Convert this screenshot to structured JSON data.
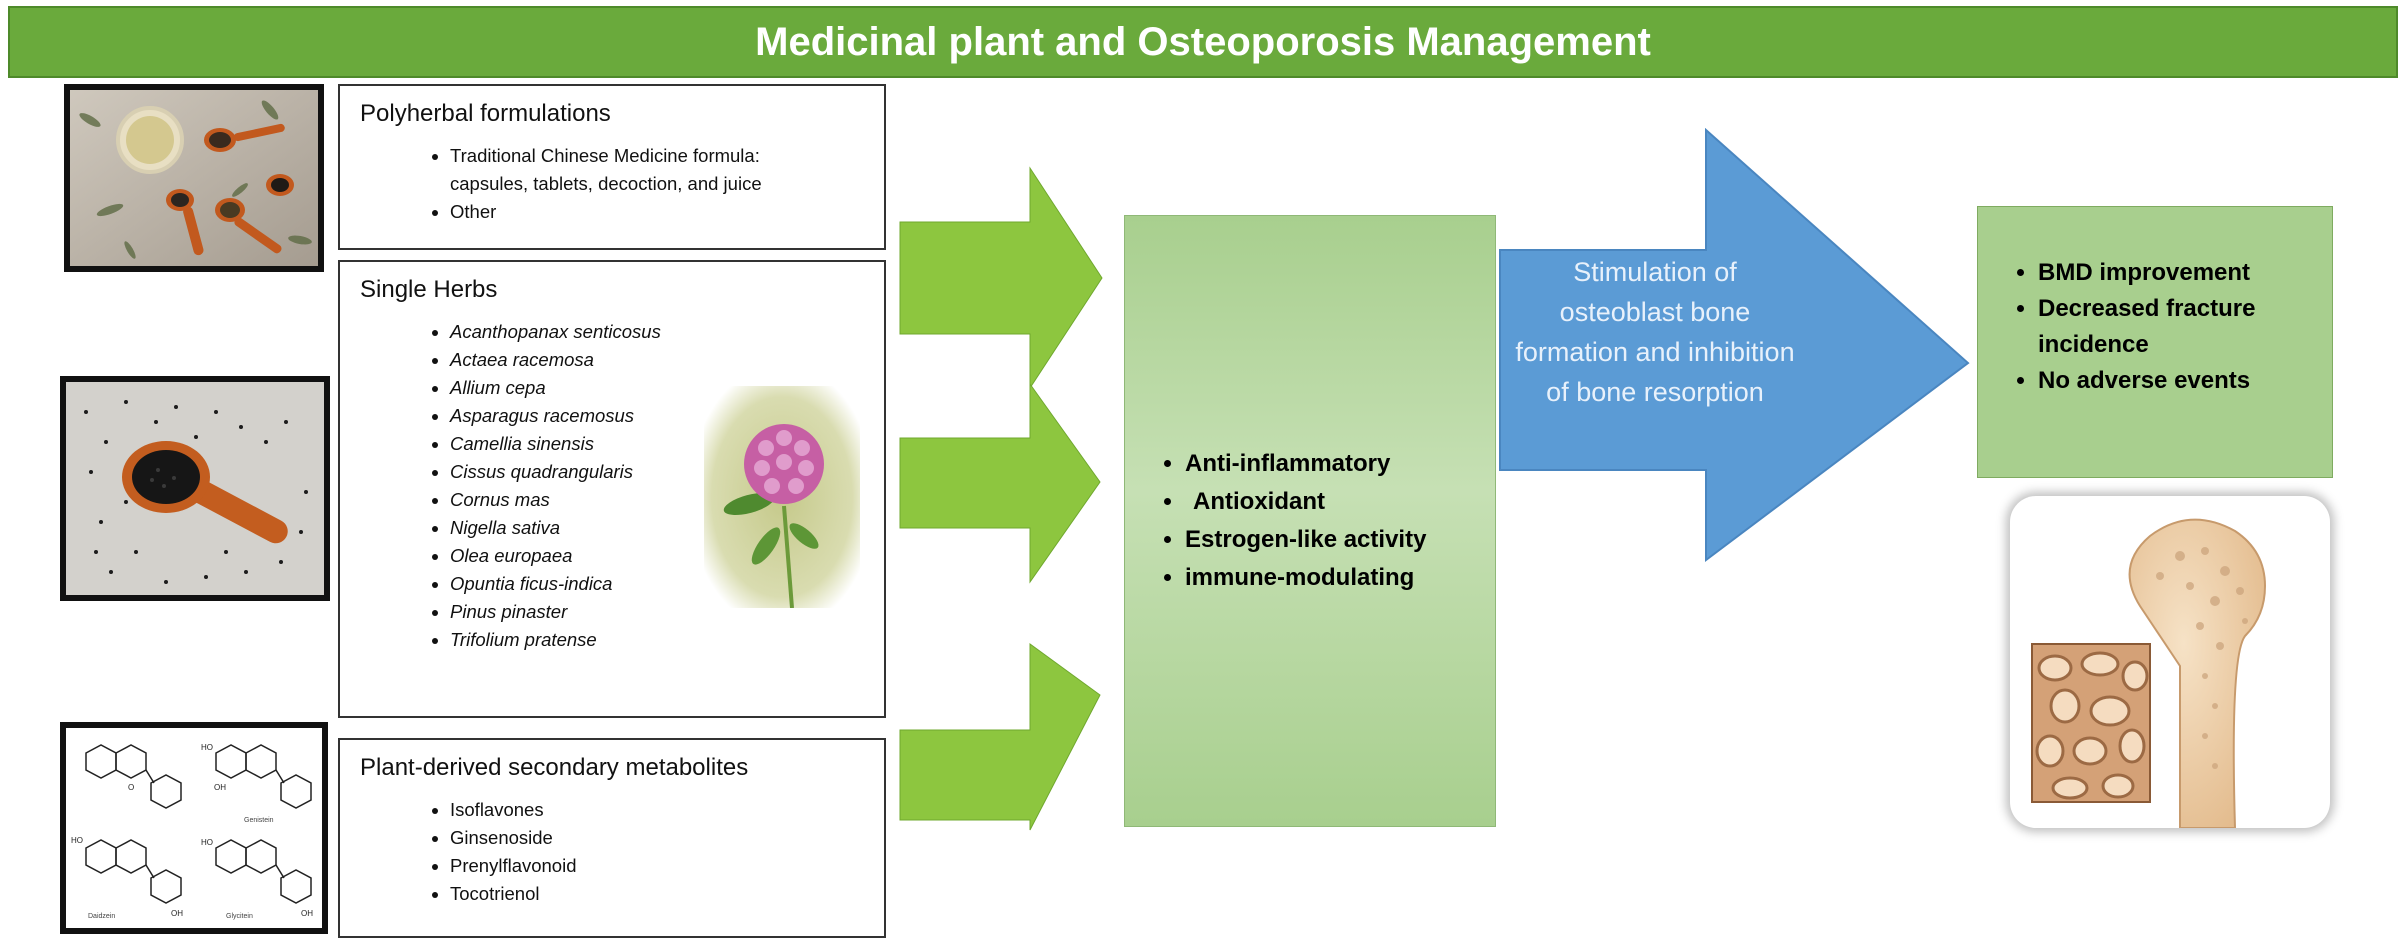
{
  "title": "Medicinal plant and Osteoporosis Management",
  "polyherbal": {
    "heading": "Polyherbal formulations",
    "items": [
      "Traditional Chinese Medicine formula: capsules, tablets, decoction, and juice",
      "Other"
    ]
  },
  "single_herbs": {
    "heading": "Single Herbs",
    "items": [
      "Acanthopanax senticosus",
      "Actaea racemosa",
      "Allium cepa",
      "Asparagus racemosus",
      "Camellia sinensis",
      "Cissus quadrangularis",
      "Cornus mas",
      "Nigella sativa",
      "Olea europaea",
      "Opuntia ficus-indica",
      "Pinus pinaster",
      "Trifolium pratense"
    ]
  },
  "metabolites": {
    "heading": "Plant-derived secondary metabolites",
    "items": [
      "Isoflavones",
      "Ginsenoside",
      "Prenylflavonoid",
      "Tocotrienol"
    ]
  },
  "mechanisms": [
    "Anti-inflammatory",
    "Antioxidant",
    "Estrogen-like activity",
    "immune-modulating"
  ],
  "effect": "Stimulation of osteoblast bone formation and inhibition of bone resorption",
  "outcomes": [
    "BMD improvement",
    "Decreased fracture incidence",
    "No adverse events"
  ],
  "structures": {
    "labels": [
      "Genistein",
      "Daidzein",
      "Glycitein"
    ],
    "atom_labels": {
      "hydroxy": "HO",
      "hydroxy_r": "OH",
      "oxygen": "O"
    }
  },
  "colors": {
    "title_green": "#6aaa3c",
    "arrow_green": "#8dc63f",
    "mechanism_green": "#b5d69c",
    "effect_blue": "#5b9bd5",
    "outcome_green": "#a8cf8e"
  }
}
